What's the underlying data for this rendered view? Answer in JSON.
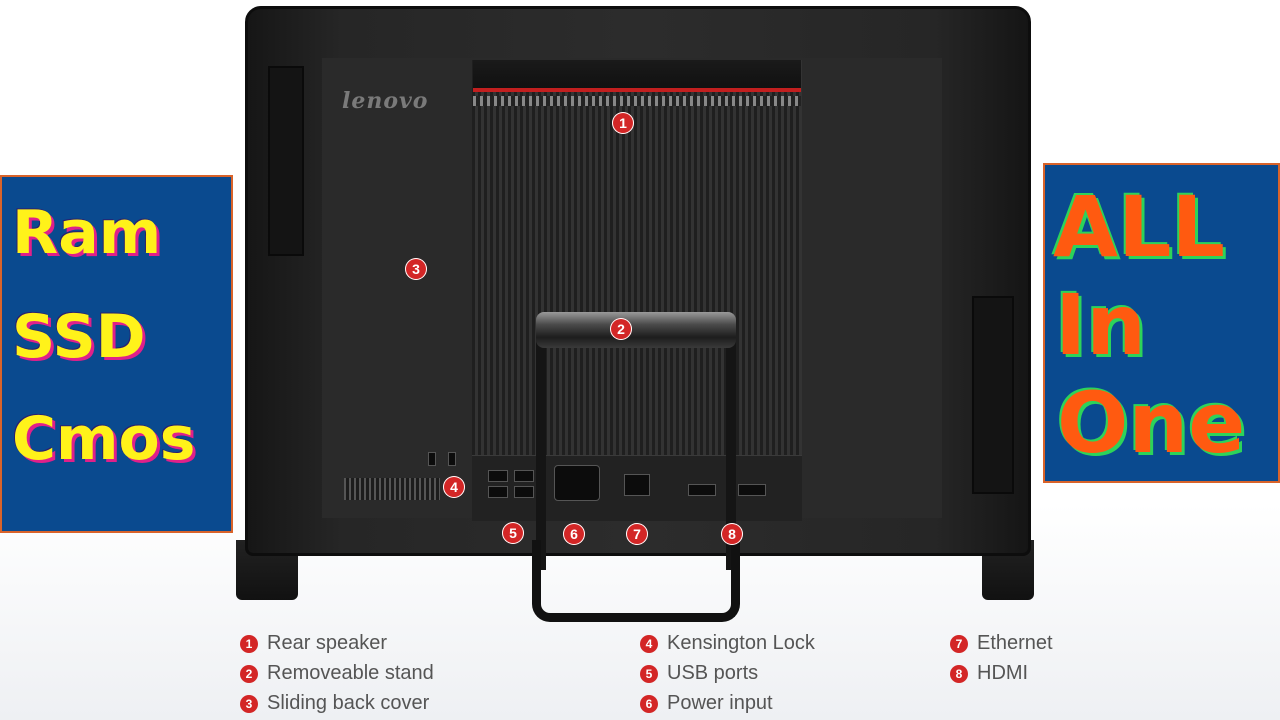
{
  "left_panel": {
    "words": [
      "Ram",
      "SSD",
      "Cmos"
    ],
    "text_color": "#fff21a",
    "bg_color": "#0a4a8f"
  },
  "right_panel": {
    "words": [
      "ALL",
      "In",
      "One"
    ],
    "text_color": "#ff5a10",
    "bg_color": "#0a4a8f"
  },
  "monitor": {
    "brand": "lenovo"
  },
  "callouts": [
    "1",
    "2",
    "3",
    "4",
    "5",
    "6",
    "7",
    "8"
  ],
  "legend": [
    {
      "num": "1",
      "label": "Rear speaker"
    },
    {
      "num": "2",
      "label": "Removeable stand"
    },
    {
      "num": "3",
      "label": "Sliding back cover"
    },
    {
      "num": "4",
      "label": "Kensington Lock"
    },
    {
      "num": "5",
      "label": "USB ports"
    },
    {
      "num": "6",
      "label": "Power input"
    },
    {
      "num": "7",
      "label": "Ethernet"
    },
    {
      "num": "8",
      "label": "HDMI"
    }
  ],
  "colors": {
    "callout": "#d32626",
    "accent_red": "#c21f1f"
  }
}
